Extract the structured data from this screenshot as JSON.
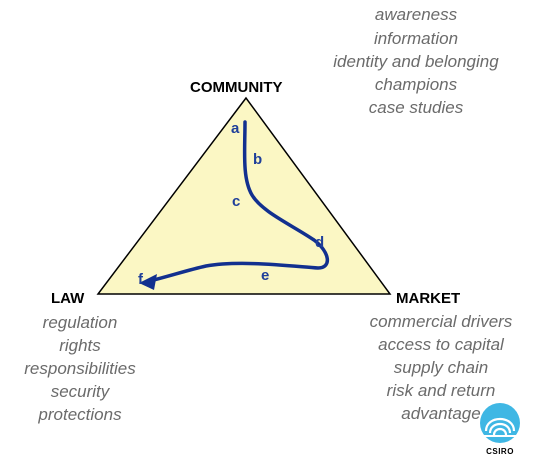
{
  "vertices": {
    "community": "COMMUNITY",
    "law": "LAW",
    "market": "MARKET"
  },
  "lists": {
    "community": [
      "awareness",
      "information",
      "identity and belonging",
      "champions",
      "case studies"
    ],
    "law": [
      "regulation",
      "rights",
      "responsibilities",
      "security",
      "protections"
    ],
    "market": [
      "commercial drivers",
      "access to capital",
      "supply chain",
      "risk and return",
      "advantage"
    ]
  },
  "path_points": [
    "a",
    "b",
    "c",
    "d",
    "e",
    "f"
  ],
  "logo": {
    "text": "CSIRO"
  },
  "colors": {
    "triangle_fill": "#fbf7c4",
    "triangle_stroke": "#000000",
    "path": "#12308f",
    "list_text": "#6b6b6b",
    "logo_blue": "#3fb7e4"
  }
}
